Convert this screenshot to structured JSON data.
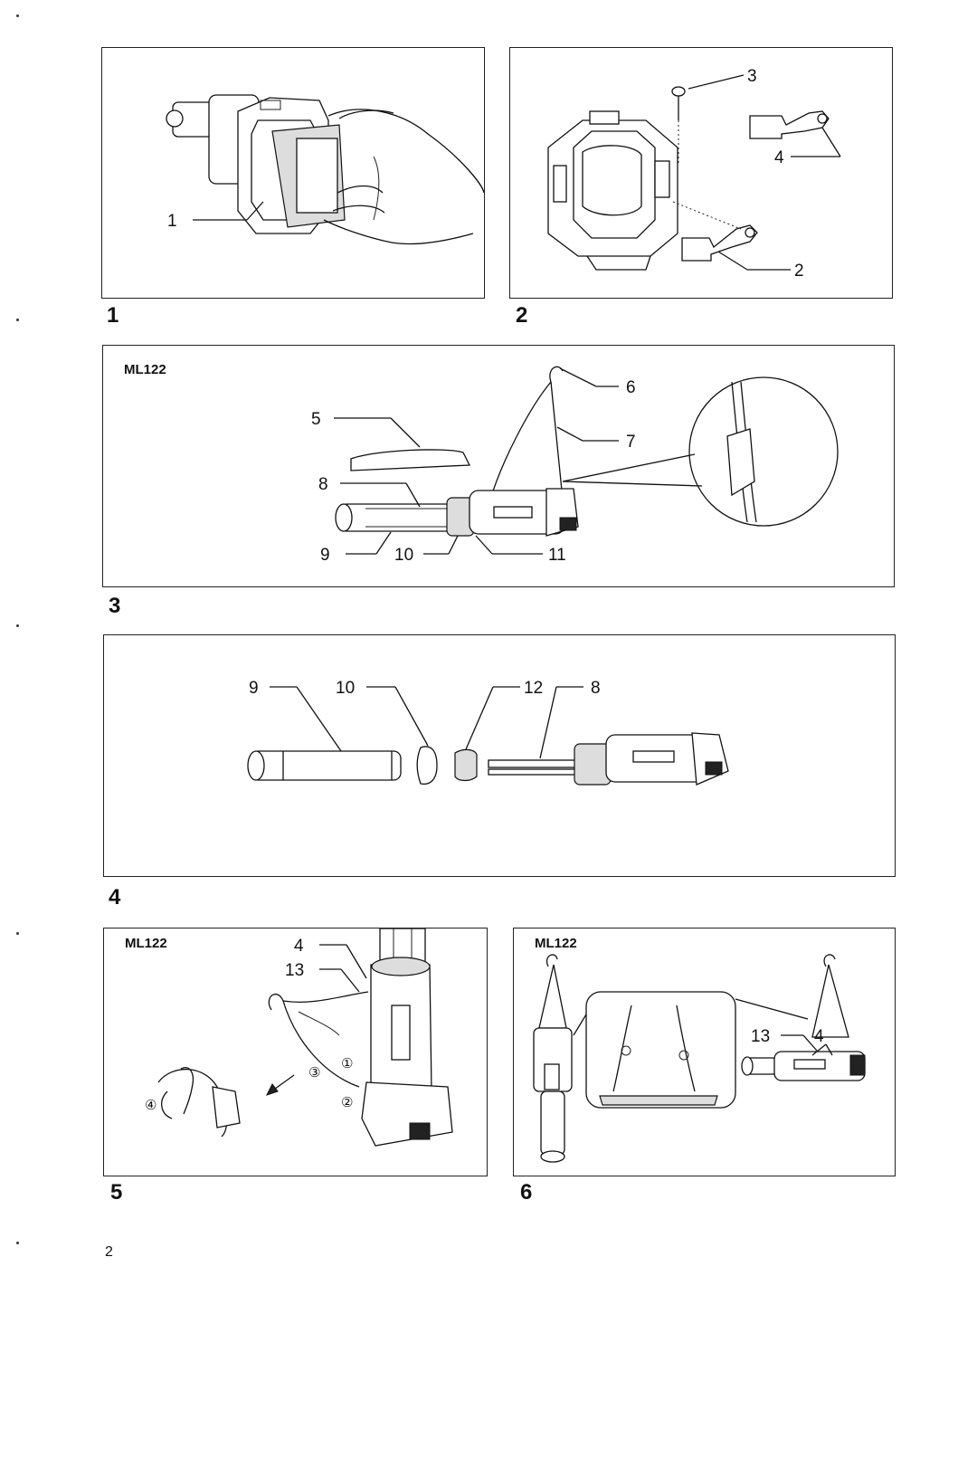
{
  "figures": [
    {
      "id": "1",
      "label": "1",
      "model": "",
      "callouts": [
        "1"
      ]
    },
    {
      "id": "2",
      "label": "2",
      "model": "",
      "callouts": [
        "3",
        "4",
        "2"
      ]
    },
    {
      "id": "3",
      "label": "3",
      "model": "ML122",
      "callouts": [
        "6",
        "5",
        "7",
        "8",
        "9",
        "10",
        "11"
      ]
    },
    {
      "id": "4",
      "label": "4",
      "model": "",
      "callouts": [
        "9",
        "10",
        "12",
        "8"
      ]
    },
    {
      "id": "5",
      "label": "5",
      "model": "ML122",
      "callouts": [
        "4",
        "13",
        "③",
        "①",
        "②",
        "④"
      ]
    },
    {
      "id": "6",
      "label": "6",
      "model": "ML122",
      "callouts": [
        "13",
        "4"
      ]
    }
  ],
  "page_number": "2"
}
